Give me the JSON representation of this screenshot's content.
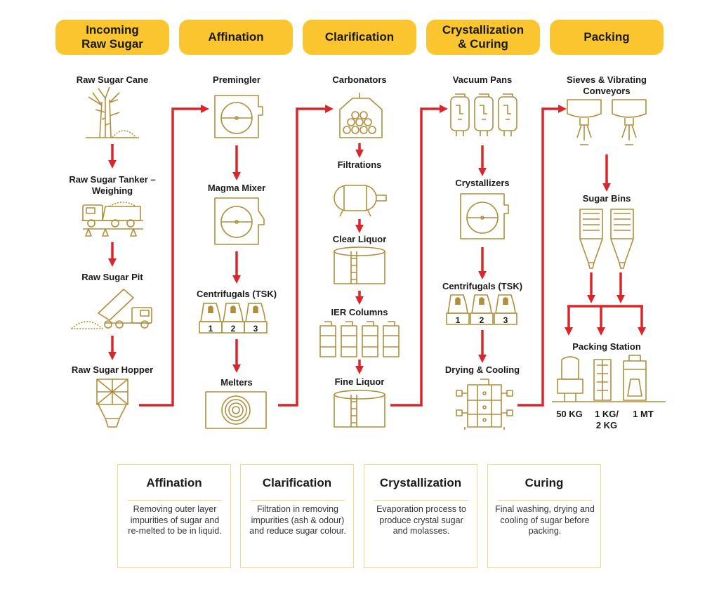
{
  "colors": {
    "accent": "#fbc52f",
    "arrow": "#d9262b",
    "equipment": "#b08f3a",
    "text": "#1a1a1a"
  },
  "stages": [
    "Incoming\nRaw Sugar",
    "Affination",
    "Clarification",
    "Crystallization\n& Curing",
    "Packing"
  ],
  "steps": {
    "incoming": [
      "Raw Sugar Cane",
      "Raw Sugar Tanker –\nWeighing",
      "Raw Sugar Pit",
      "Raw Sugar Hopper"
    ],
    "affination": [
      "Premingler",
      "Magma Mixer",
      "Centrifugals (TSK)",
      "Melters"
    ],
    "clarification": [
      "Carbonators",
      "Filtrations",
      "Clear Liquor",
      "IER Columns",
      "Fine Liquor"
    ],
    "crystallization": [
      "Vacuum Pans",
      "Crystallizers",
      "Centrifugals (TSK)",
      "Drying & Cooling"
    ],
    "packing": [
      "Sieves & Vibrating\nConveyors",
      "Sugar Bins",
      "Packing Station"
    ]
  },
  "centrifuge_numbers": [
    "1",
    "2",
    "3"
  ],
  "packing_outputs": [
    "50 KG",
    "1 KG/\n2 KG",
    "1 MT"
  ],
  "cards": [
    {
      "title": "Affination",
      "text": "Removing outer layer impurities of sugar and re-melted to be in liquid."
    },
    {
      "title": "Clarification",
      "text": "Filtration in removing impurities (ash & odour) and reduce sugar colour."
    },
    {
      "title": "Crystallization",
      "text": "Evaporation process to produce crystal sugar and molasses."
    },
    {
      "title": "Curing",
      "text": "Final washing, drying and cooling of sugar before packing."
    }
  ]
}
